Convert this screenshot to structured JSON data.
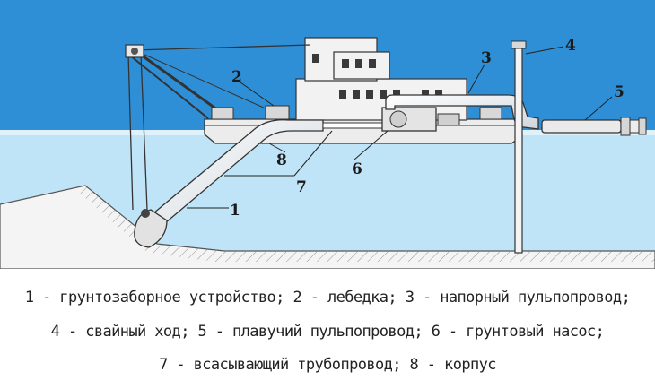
{
  "callouts": {
    "c1": "1",
    "c2": "2",
    "c3": "3",
    "c4": "4",
    "c5": "5",
    "c6": "6",
    "c7": "7",
    "c8": "8"
  },
  "legend": {
    "line1": "1 - грунтозаборное устройство; 2 - лебедка; 3 - напорный пульпопровод;",
    "line2": "4 - свайный ход; 5 - плавучий пульпопровод; 6 - грунтовый насос;",
    "line3": "7 - всасывающий трубопровод; 8 - корпус"
  },
  "colors": {
    "sky": "#2f8fd6",
    "water": "#bfe4f7",
    "hull": "#ececec",
    "seabed": "#f4f4f4",
    "outline": "#333333"
  }
}
